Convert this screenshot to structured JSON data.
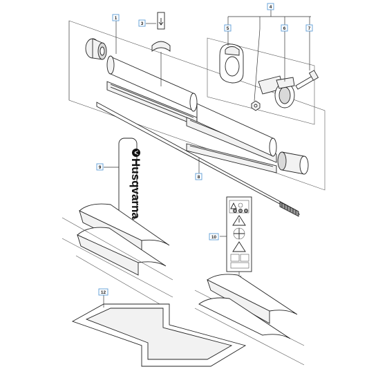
{
  "callouts": [
    {
      "id": "c1",
      "label": "1"
    },
    {
      "id": "c3",
      "label": "3"
    },
    {
      "id": "c4",
      "label": "4"
    },
    {
      "id": "c5",
      "label": "5"
    },
    {
      "id": "c6",
      "label": "6"
    },
    {
      "id": "c7",
      "label": "7"
    },
    {
      "id": "c8",
      "label": "8"
    },
    {
      "id": "c9",
      "label": "9"
    },
    {
      "id": "c10",
      "label": "10"
    },
    {
      "id": "c12",
      "label": "12"
    }
  ],
  "decal": {
    "brand": "Husqvarna"
  },
  "colors": {
    "callout_border": "#5b9bd5",
    "line": "#222222"
  }
}
